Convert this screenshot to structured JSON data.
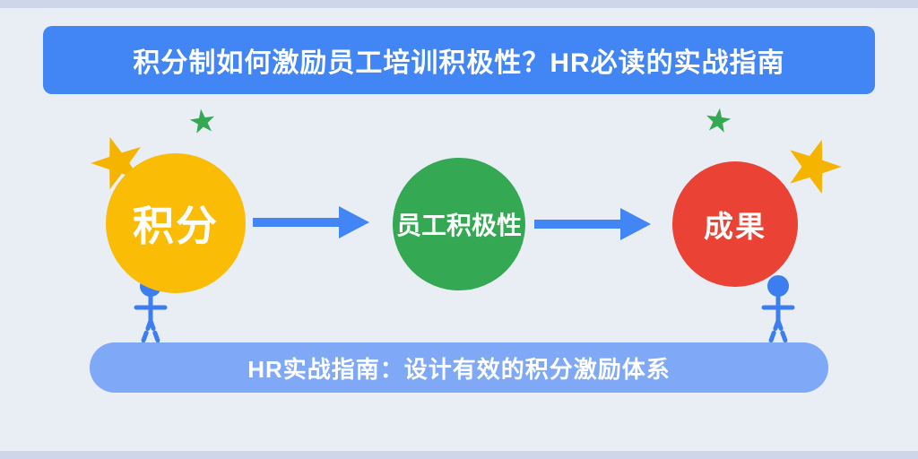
{
  "colors": {
    "background": "#E9EDF4",
    "edge_strip": "#CDD7E9",
    "banner_blue": "#4285F4",
    "arrow_blue": "#4285F4",
    "node_yellow": "#FBBC05",
    "node_green": "#34A853",
    "node_red": "#EA4335",
    "footer_blue": "#7FA8F7",
    "star_yellow": "#F4B400",
    "star_green": "#34A853",
    "stick_blue": "#3C7DF0",
    "text_white": "#FFFFFF"
  },
  "header": {
    "title": "积分制如何激励员工培训积极性？HR必读的实战指南"
  },
  "flow": {
    "nodes": [
      {
        "id": "points",
        "label": "积分",
        "color": "#FBBC05"
      },
      {
        "id": "engagement",
        "label": "员工积极性",
        "color": "#34A853"
      },
      {
        "id": "results",
        "label": "成果",
        "color": "#EA4335"
      }
    ],
    "arrow_count": 2
  },
  "footer": {
    "title": "HR实战指南：设计有效的积分激励体系"
  }
}
